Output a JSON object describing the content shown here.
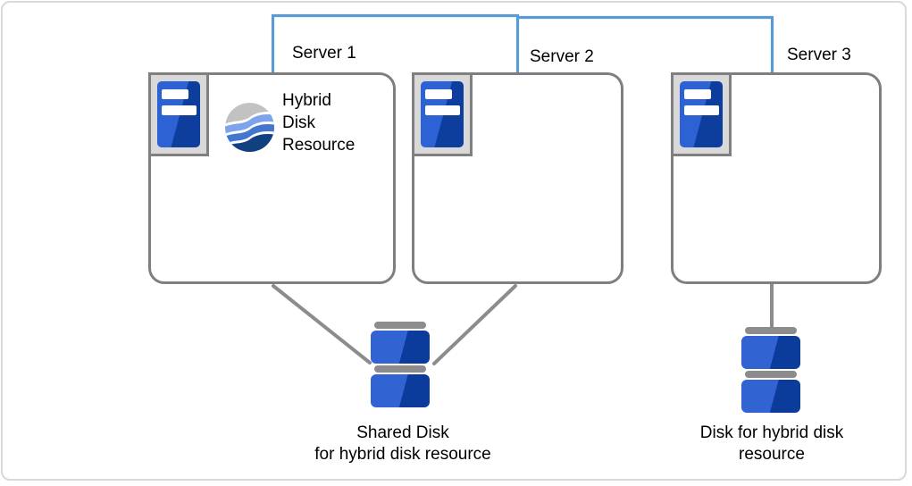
{
  "diagram": {
    "servers": [
      {
        "label": "Server 1"
      },
      {
        "label": "Server 2"
      },
      {
        "label": "Server 3"
      }
    ],
    "hybrid_disk_resource": {
      "lines": [
        "Hybrid",
        "Disk",
        "Resource"
      ]
    },
    "shared_disk_caption": {
      "lines": [
        "Shared Disk",
        "for hybrid disk resource"
      ]
    },
    "hybrid_disk_caption": {
      "lines": [
        "Disk for hybrid disk",
        "resource"
      ]
    },
    "icons": {
      "server": "server-tower-icon",
      "resource": "globe-waves-icon",
      "shared_disk": "disk-stack-icon",
      "hybrid_disk": "disk-stack-icon"
    },
    "colors": {
      "interconnect_blue": "#5B9BD5",
      "box_border_gray": "#7F7F7F",
      "connector_gray": "#8C8C8C",
      "frame_fill": "#D9D9D9",
      "tower_blue_light": "#2C62D4",
      "tower_blue_dark": "#0D3E9D",
      "disk_blue_light": "#3263D3",
      "disk_blue_dark": "#0B3C9B",
      "disk_cap_gray": "#8C8C8C",
      "globe_gray": "#C2C2C2",
      "globe_blue_light": "#7CA3EC",
      "globe_blue_mid": "#4377CF",
      "globe_navy": "#10407F",
      "canvas_border": "#D9D9D9"
    }
  }
}
